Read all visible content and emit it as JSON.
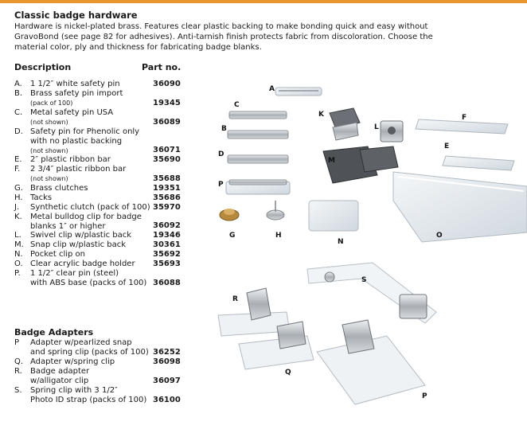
{
  "header": {
    "title": "Classic badge hardware",
    "intro": "Hardware is nickel-plated brass. Features clear plastic backing to make bonding quick and easy without GravoBond (see page 82 for adhesives). Anti-tarnish finish protects fabric from discoloration. Choose the material color, ply and thickness for fabricating badge blanks."
  },
  "table": {
    "col_description": "Description",
    "col_part": "Part no."
  },
  "items": [
    {
      "letter": "A.",
      "lines": [
        "1 1/2″ white safety pin"
      ],
      "part": "36090"
    },
    {
      "letter": "B.",
      "lines": [
        "Brass safety pin import",
        "(pack of 100)"
      ],
      "part": "19345"
    },
    {
      "letter": "C.",
      "lines": [
        "Metal safety pin USA",
        "(not shown)"
      ],
      "part": "36089"
    },
    {
      "letter": "D.",
      "lines": [
        "Safety pin for Phenolic only",
        "with no plastic backing",
        "(not shown)"
      ],
      "part": "36071"
    },
    {
      "letter": "E.",
      "lines": [
        "2″ plastic ribbon bar"
      ],
      "part": "35690"
    },
    {
      "letter": "F.",
      "lines": [
        "2 3/4″ plastic ribbon bar",
        "(not shown)"
      ],
      "part": "35688"
    },
    {
      "letter": "G.",
      "lines": [
        "Brass clutches"
      ],
      "part": "19351"
    },
    {
      "letter": "H.",
      "lines": [
        "Tacks"
      ],
      "part": "35686"
    },
    {
      "letter": "J.",
      "lines": [
        "Synthetic clutch (pack of 100)"
      ],
      "part": "35970"
    },
    {
      "letter": "K.",
      "lines": [
        "Metal bulldog clip for badge",
        "blanks 1″ or higher"
      ],
      "part": "36092"
    },
    {
      "letter": "L.",
      "lines": [
        "Swivel clip w/plastic back"
      ],
      "part": "19346"
    },
    {
      "letter": "M.",
      "lines": [
        "Snap clip w/plastic back"
      ],
      "part": "30361"
    },
    {
      "letter": "N.",
      "lines": [
        "Pocket clip on"
      ],
      "part": "35692"
    },
    {
      "letter": "O.",
      "lines": [
        "Clear acrylic badge holder"
      ],
      "part": "35693"
    },
    {
      "letter": "P.",
      "lines": [
        "1 1/2″ clear pin (steel)",
        "with ABS base (packs of 100)"
      ],
      "part": "36088"
    }
  ],
  "adapters": {
    "heading": "Badge Adapters",
    "items": [
      {
        "letter": "P",
        "lines": [
          "Adapter w/pearlized snap",
          "and spring clip (packs of 100)"
        ],
        "part": "36252"
      },
      {
        "letter": "Q.",
        "lines": [
          "Adapter w/spring clip"
        ],
        "part": "36098"
      },
      {
        "letter": "R.",
        "lines": [
          "Badge adapter",
          "w/alligator clip"
        ],
        "part": "36097"
      },
      {
        "letter": "S.",
        "lines": [
          "Spring clip with 3 1/2″",
          "Photo ID strap (packs of 100)"
        ],
        "part": "36100"
      }
    ]
  },
  "photo_labels": [
    "A",
    "B",
    "C",
    "D",
    "E",
    "F",
    "G",
    "H",
    "K",
    "L",
    "M",
    "N",
    "O",
    "P",
    "R",
    "S",
    "Q",
    "P"
  ],
  "colors": {
    "accent": "#e8962e",
    "text": "#1a1a1a",
    "metal": "#b9bec4",
    "plastic": "#e6ecf1"
  }
}
